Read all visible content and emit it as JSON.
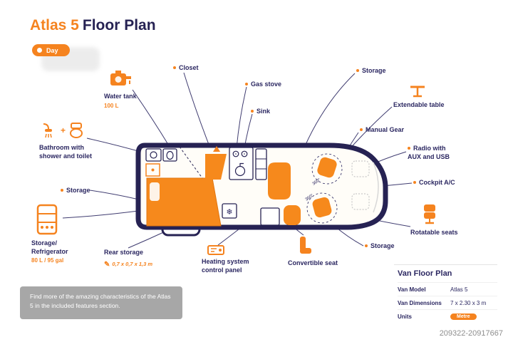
{
  "header": {
    "title_accent": "Atlas 5",
    "title_rest": "Floor Plan",
    "mode_label": "Day"
  },
  "van": {
    "rotation_label_front": "360°",
    "rotation_label_rear": "360°"
  },
  "callouts": {
    "water_tank": {
      "label": "Water tank",
      "value": "100 L"
    },
    "closet": {
      "label": "Closet"
    },
    "gas_stove": {
      "label": "Gas stove"
    },
    "sink": {
      "label": "Sink"
    },
    "storage_top": {
      "label": "Storage"
    },
    "extendable_table": {
      "label": "Extendable table"
    },
    "manual_gear": {
      "label": "Manual Gear"
    },
    "radio": {
      "label": "Radio with AUX and USB"
    },
    "cockpit_ac": {
      "label": "Cockpit A/C"
    },
    "bathroom": {
      "label": "Bathroom with shower and toilet"
    },
    "storage_left": {
      "label": "Storage"
    },
    "storage_refrigerator": {
      "label": "Storage/ Refrigerator",
      "value": "80 L / 95 gal"
    },
    "rear_storage": {
      "label": "Rear storage",
      "dimensions": "0,7 x 0,7 x 1,3 m"
    },
    "heating": {
      "label": "Heating system control panel"
    },
    "convertible_seat": {
      "label": "Convertible seat"
    },
    "storage_bottom": {
      "label": "Storage"
    },
    "rotatable_seats": {
      "label": "Rotatable seats"
    }
  },
  "info_panel": {
    "title": "Van Floor Plan",
    "rows": [
      {
        "label": "Van Model",
        "value": "Atlas 5"
      },
      {
        "label": "Van Dimensions",
        "value": "7 x 2.30 x 3 m"
      },
      {
        "label": "Units",
        "value": "Metre"
      }
    ]
  },
  "note": "Find more of the amazing characteristics of the Atlas 5 in the included features section.",
  "watermark": "209322-20917667",
  "icons": {
    "pencil": "✎",
    "plus": "+",
    "snowflake": "❄"
  },
  "colors": {
    "accent": "#f5831f",
    "dark": "#262253",
    "note_bg": "#a7a7a7"
  }
}
